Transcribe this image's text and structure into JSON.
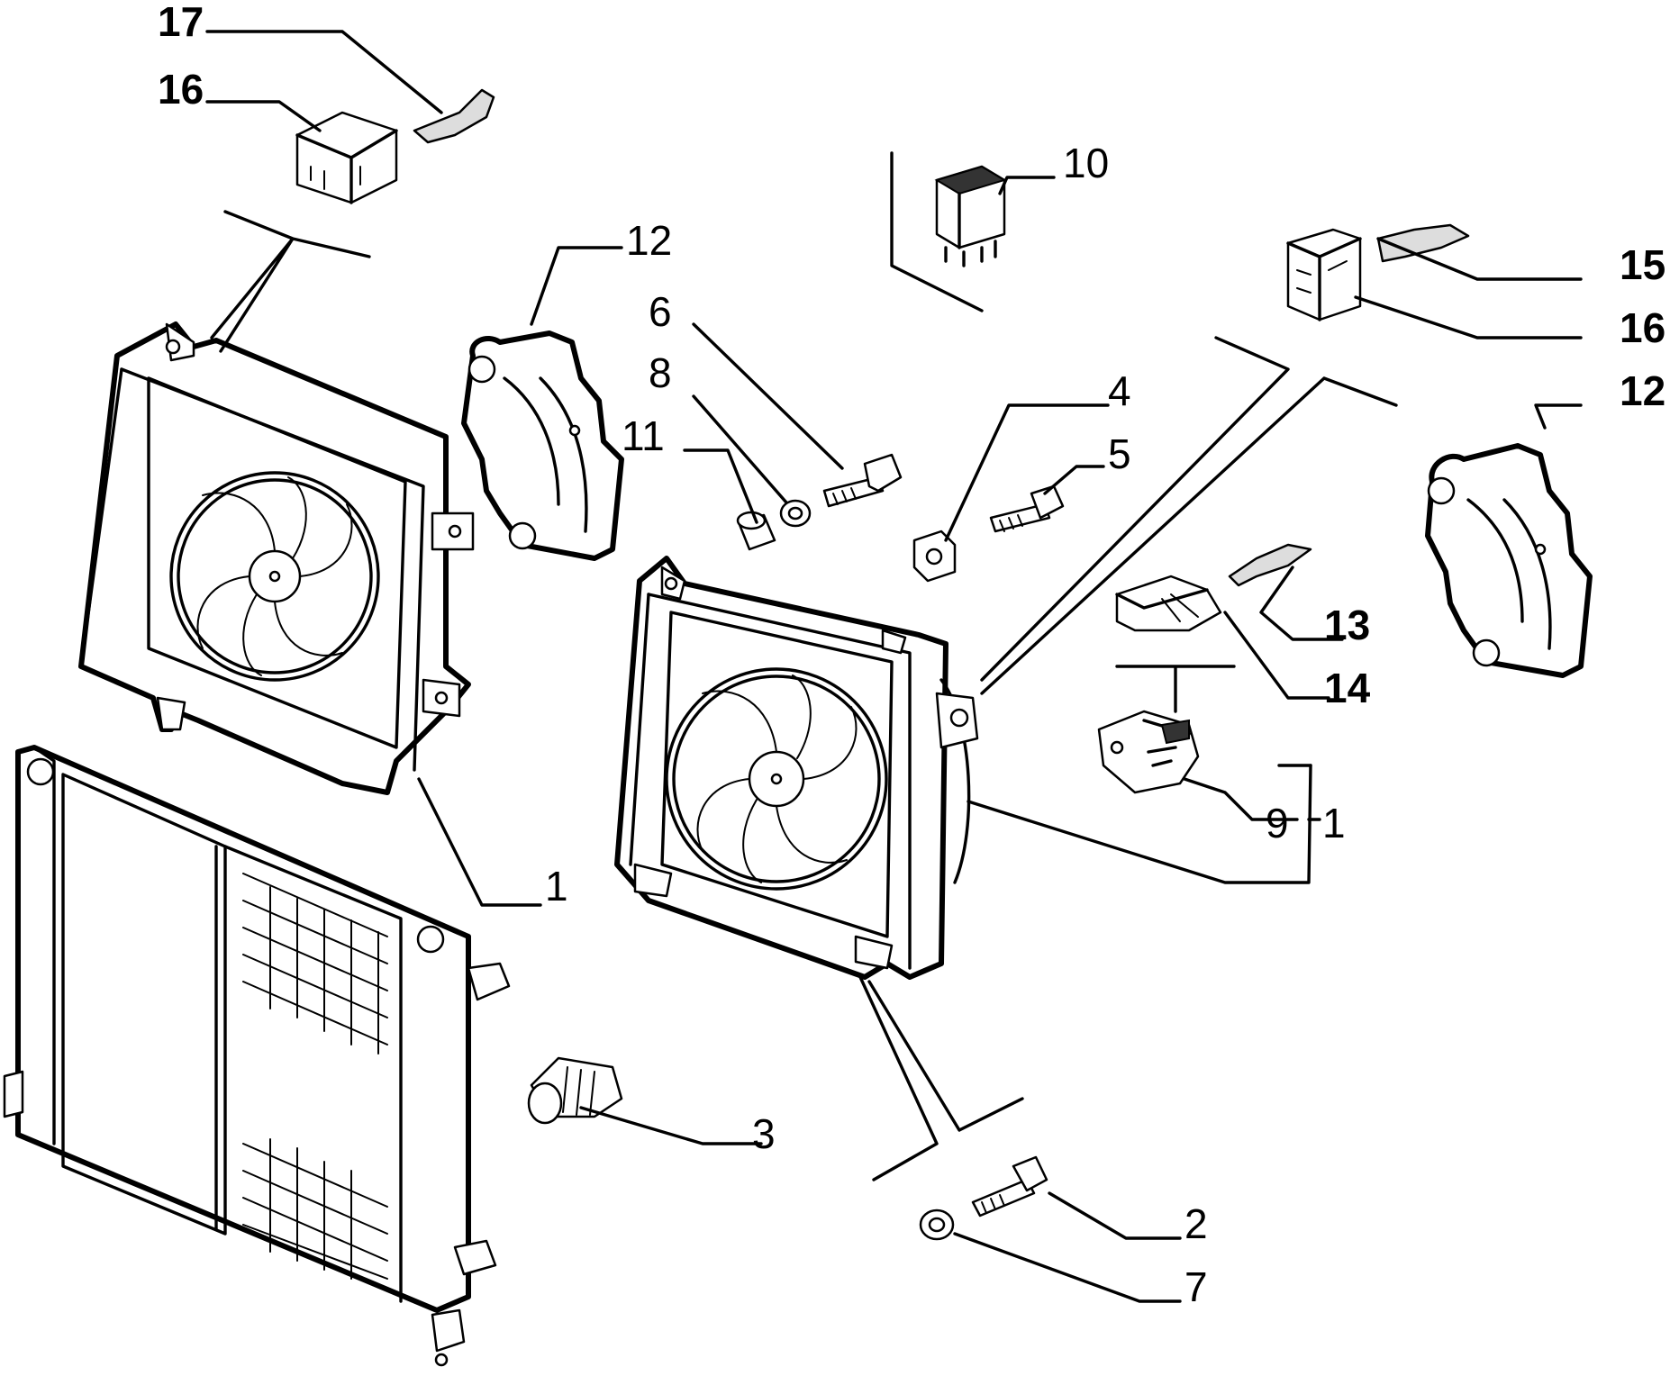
{
  "diagram": {
    "callouts": {
      "c1a": "1",
      "c1b": "1",
      "c2": "2",
      "c3": "3",
      "c4": "4",
      "c5": "5",
      "c6": "6",
      "c7": "7",
      "c8": "8",
      "c9": "9",
      "c10": "10",
      "c11": "11",
      "c12a": "12",
      "c12b": "12",
      "c13": "13",
      "c14": "14",
      "c15": "15",
      "c16a": "16",
      "c16b": "16",
      "c17": "17"
    },
    "parts": [
      "radiator",
      "fan-assembly-left",
      "fan-assembly-right",
      "fan-shroud-bracket",
      "relay",
      "connector-block",
      "terminal",
      "resistor",
      "thermal-switch",
      "bolt",
      "washer",
      "spacer",
      "nut"
    ]
  }
}
